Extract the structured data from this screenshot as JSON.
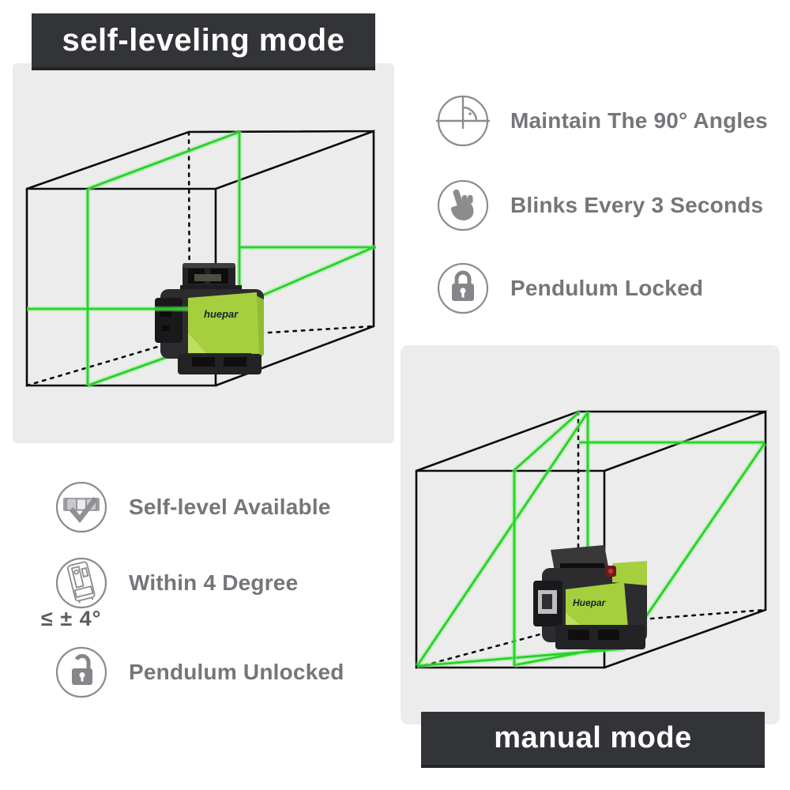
{
  "banners": {
    "self_leveling": "self-leveling mode",
    "manual": "manual mode"
  },
  "features_top": [
    {
      "icon": "angle-90-icon",
      "label": "Maintain The 90° Angles"
    },
    {
      "icon": "tap-hand-icon",
      "label": "Blinks Every 3 Seconds"
    },
    {
      "icon": "padlock-locked-icon",
      "label": "Pendulum Locked"
    }
  ],
  "features_bottom": [
    {
      "icon": "level-vial-check-icon",
      "label": "Self-level Available"
    },
    {
      "icon": "tilted-device-icon",
      "label": "Within 4 Degree",
      "caption": "≤ ± 4°"
    },
    {
      "icon": "padlock-unlocked-icon",
      "label": "Pendulum Unlocked"
    }
  ],
  "device": {
    "brand_top": "huepar",
    "brand_bottom": "Huepar"
  },
  "colors": {
    "banner_bg": "#333437",
    "banner_text": "#ffffff",
    "panel_bg": "#ececec",
    "feature_text": "#75767a",
    "icon_gray": "#8b8c8e",
    "laser_green": "#27d227",
    "device_green": "#a6cf3e",
    "wireframe_black": "#0b0b0b"
  }
}
